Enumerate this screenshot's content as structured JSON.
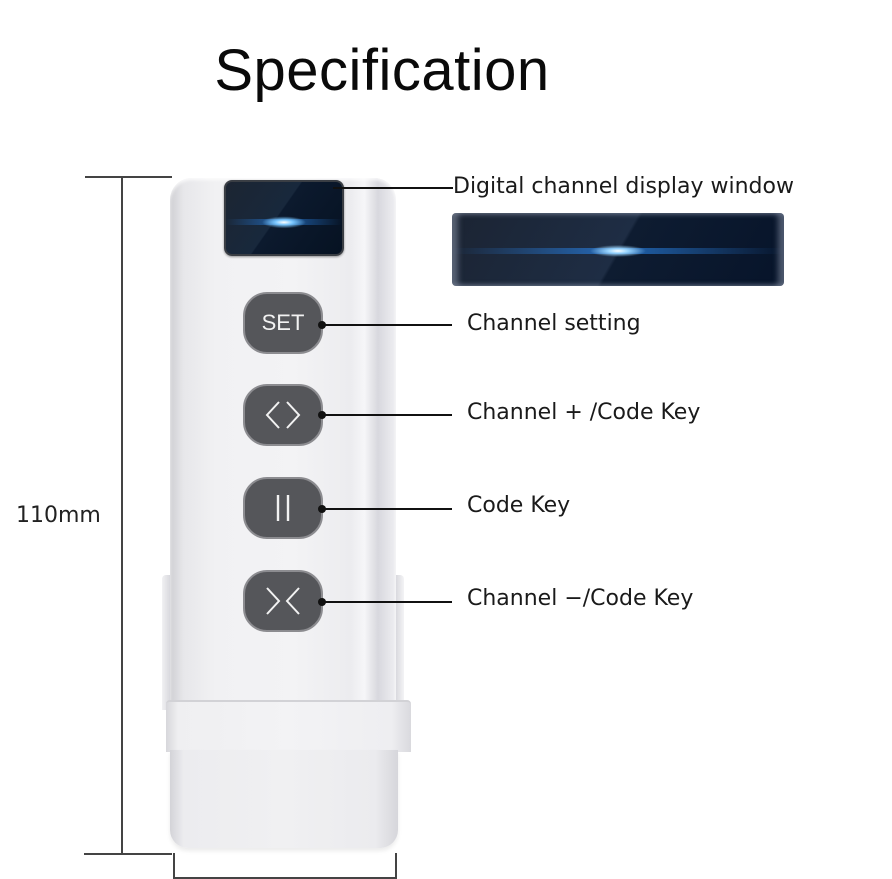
{
  "title": "Specification",
  "dimensions": {
    "height_label": "110mm"
  },
  "remote": {
    "display_window": "digital-channel-display",
    "buttons": [
      {
        "id": "set",
        "label": "SET",
        "icon": "text-set"
      },
      {
        "id": "channel-plus",
        "label": "",
        "icon": "angle-brackets-outward-icon"
      },
      {
        "id": "code",
        "label": "",
        "icon": "double-vertical-bar-icon"
      },
      {
        "id": "channel-minus",
        "label": "",
        "icon": "angle-brackets-inward-icon"
      }
    ]
  },
  "callouts": [
    {
      "target": "display",
      "text": "Digital channel display window"
    },
    {
      "target": "set",
      "text": "Channel setting"
    },
    {
      "target": "channel-plus",
      "text": "Channel + /Code Key"
    },
    {
      "target": "code",
      "text": "Code Key"
    },
    {
      "target": "channel-minus",
      "text": "Channel −/Code Key"
    }
  ],
  "colors": {
    "button_fill": "#55565a",
    "button_border": "#8c8c90",
    "body": "#f1f1f3",
    "display_glow": "#7ac7ff",
    "line": "#111111"
  }
}
